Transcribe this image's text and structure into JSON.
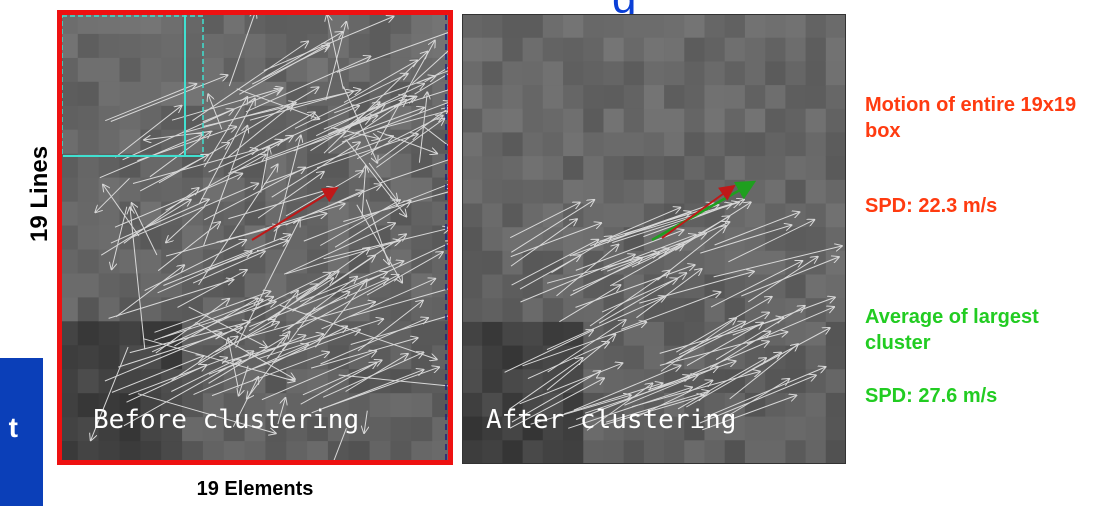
{
  "title_fragment": "g",
  "side_letter": "t",
  "axis": {
    "y_label": "19 Lines",
    "x_label": "19 Elements"
  },
  "panels": {
    "before": {
      "label": "Before clustering"
    },
    "after": {
      "label": "After clustering"
    }
  },
  "motion": {
    "heading": "Motion of entire 19x19 box",
    "speed": "SPD: 22.3 m/s"
  },
  "cluster": {
    "heading": "Average of largest cluster",
    "speed": "SPD: 27.6 m/s"
  },
  "colors": {
    "red_text": "#ff3b10",
    "green_text": "#22cc22",
    "frame_red": "#ee1111",
    "vector_red": "#c01818",
    "vector_green": "#1f9f1f",
    "dash_cyan": "#40e0d0",
    "dash_navy": "#1c1c80"
  }
}
